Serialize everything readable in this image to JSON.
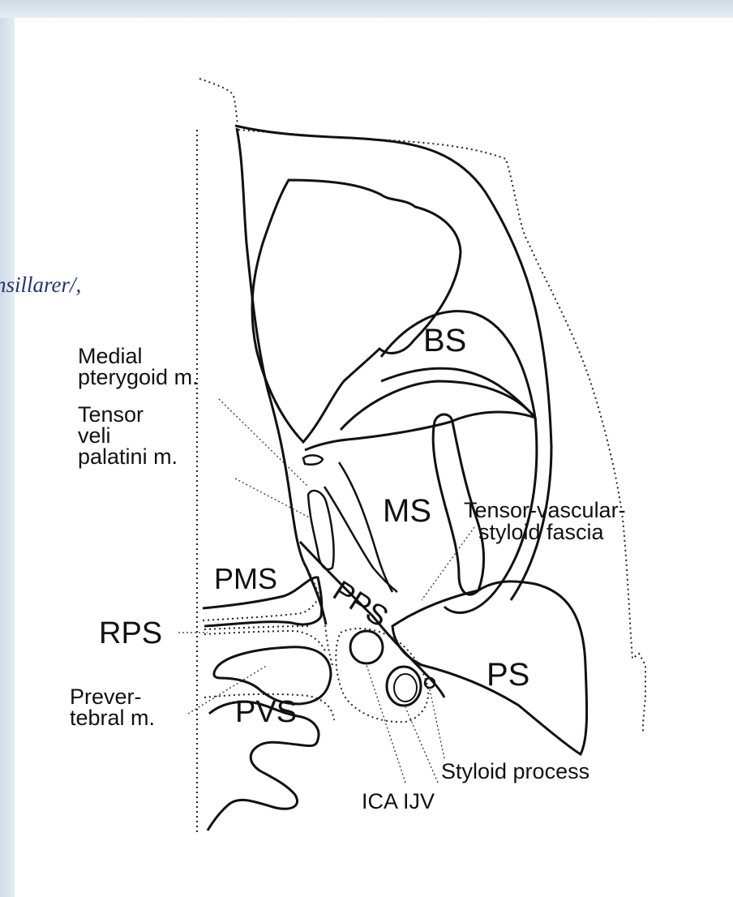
{
  "page": {
    "snippet_text": "nsillarer/,"
  },
  "labels": {
    "bs": "BS",
    "ms": "MS",
    "ps": "PS",
    "pms": "PMS",
    "pps": "PPS",
    "rps": "RPS",
    "pvs": "PVS",
    "medial_1": "Medial",
    "medial_2": "pterygoid m.",
    "tensor_1": "Tensor",
    "tensor_2": "veli",
    "tensor_3": "palatini m.",
    "tvs_1": "Tensor-vascular-",
    "tvs_2": "styloid fascia",
    "prever_1": "Prever-",
    "prever_2": "tebral m.",
    "styloid": "Styloid process",
    "ica_ijv": "ICA IJV"
  }
}
